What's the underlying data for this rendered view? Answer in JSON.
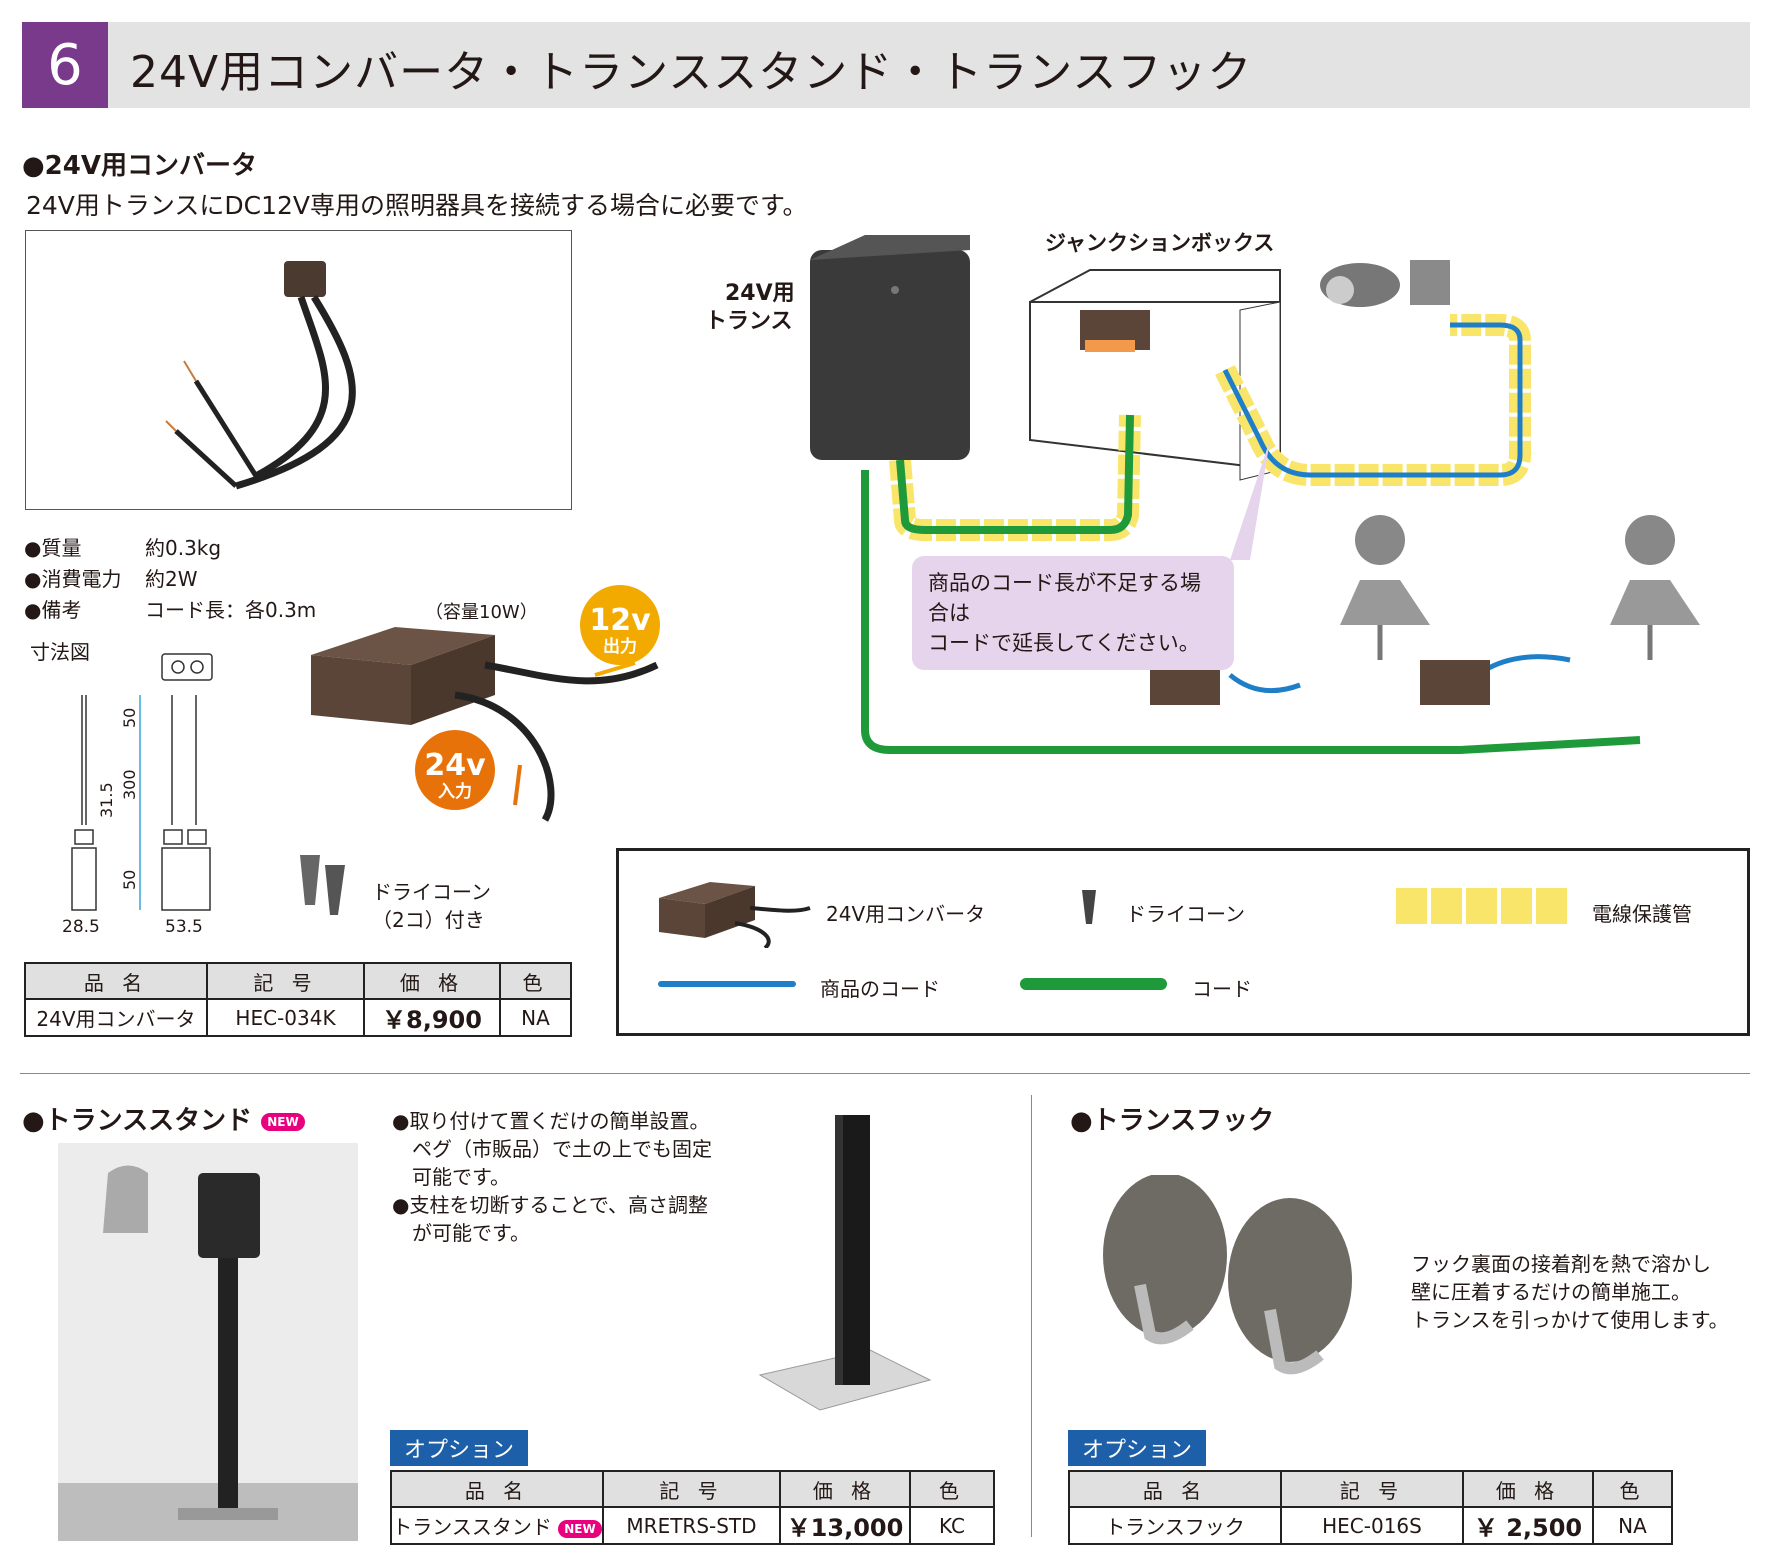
{
  "header": {
    "number": "6",
    "title": "24V用コンバータ・トランススタンド・トランスフック"
  },
  "converter": {
    "title": "●24V用コンバータ",
    "description": "24V用トランスにDC12V専用の照明器具を接続する場合に必要です。",
    "specs": [
      {
        "label": "●質量",
        "value": "約0.3kg"
      },
      {
        "label": "●消費電力",
        "value": "約2W"
      },
      {
        "label": "●備考",
        "value": "コード長：各0.3m"
      }
    ],
    "dimension_title": "寸法図",
    "dims": {
      "d50a": "50",
      "d300": "300",
      "d31": "31.5",
      "d50b": "50",
      "w28": "28.5",
      "w53": "53.5"
    },
    "capacity": "（容量10W）",
    "out_v": "12v",
    "out_label": "出力",
    "in_v": "24v",
    "in_label": "入力",
    "drycone_line1": "ドライコーン",
    "drycone_line2": "（2コ）付き",
    "table": {
      "headers": [
        "品 名",
        "記 号",
        "価 格",
        "色"
      ],
      "row": [
        "24V用コンバータ",
        "HEC-034K",
        "￥8,900",
        "NA"
      ]
    }
  },
  "diagram": {
    "trans_label1": "24V用",
    "trans_label2": "トランス",
    "junction_label": "ジャンクションボックス",
    "bubble_line1": "商品のコード長が不足する場合は",
    "bubble_line2": "コードで延長してください。",
    "legend": {
      "converter": "24V用コンバータ",
      "drycone": "ドライコーン",
      "protect": "電線保護管",
      "product_cord": "商品のコード",
      "cord": "コード"
    },
    "colors": {
      "product_cord": "#1e7fc8",
      "cord": "#1f9a3a",
      "protect": "#f9e56a"
    }
  },
  "stand": {
    "title": "●トランススタンド",
    "new_badge": "NEW",
    "bullets": [
      "●取り付けて置くだけの簡単設置。",
      "ペグ（市販品）で土の上でも固定",
      "可能です。",
      "●支柱を切断することで、高さ調整",
      "が可能です。"
    ],
    "option_label": "オプション",
    "table": {
      "headers": [
        "品 名",
        "記 号",
        "価 格",
        "色"
      ],
      "row": [
        "トランススタンド",
        "MRETRS-STD",
        "￥13,000",
        "KC"
      ]
    }
  },
  "hook": {
    "title": "●トランスフック",
    "desc": [
      "フック裏面の接着剤を熱で溶かし",
      "壁に圧着するだけの簡単施工。",
      "トランスを引っかけて使用します。"
    ],
    "option_label": "オプション",
    "table": {
      "headers": [
        "品 名",
        "記 号",
        "価 格",
        "色"
      ],
      "row": [
        "トランスフック",
        "HEC-016S",
        "￥ 2,500",
        "NA"
      ]
    }
  }
}
